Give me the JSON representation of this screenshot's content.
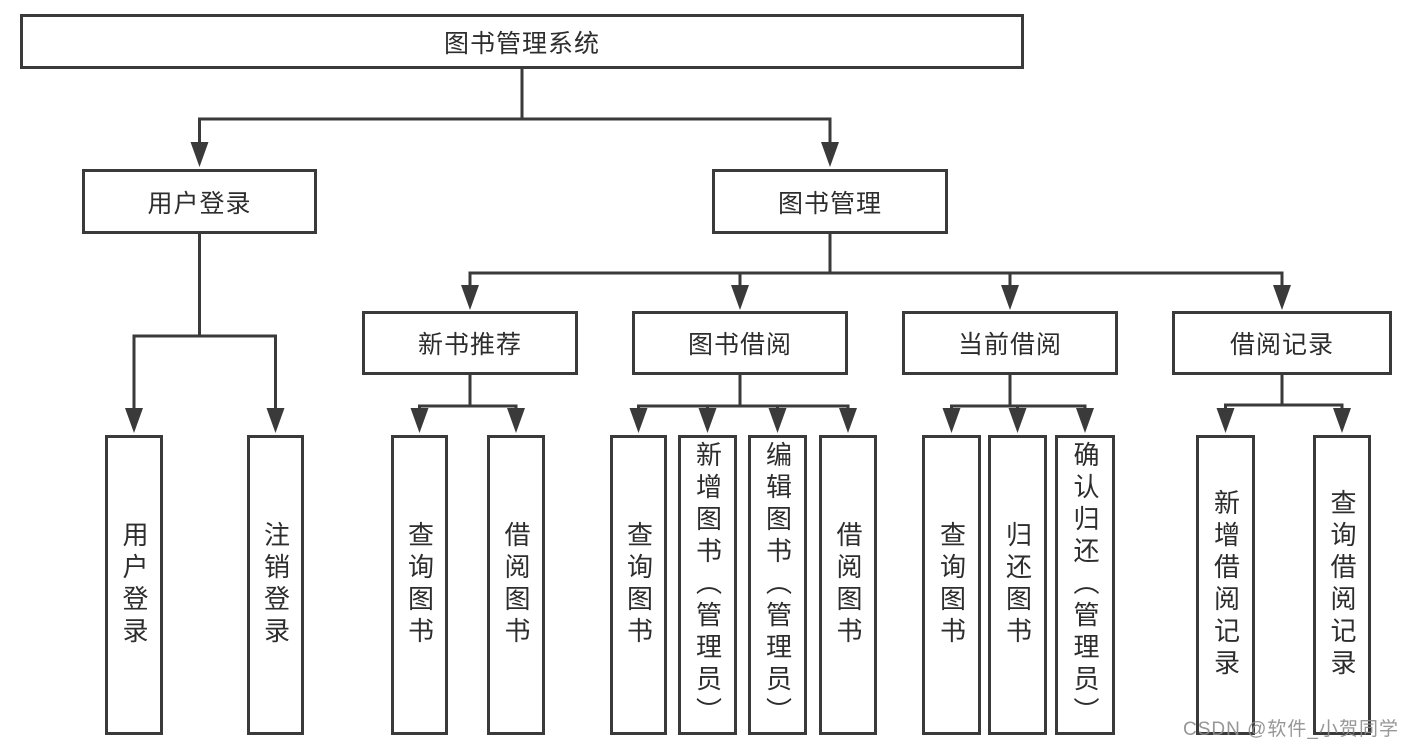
{
  "diagram": {
    "root": {
      "label": "图书管理系统"
    },
    "level2": [
      {
        "label": "用户登录"
      },
      {
        "label": "图书管理"
      }
    ],
    "level3": [
      {
        "label": "新书推荐",
        "parent": "图书管理"
      },
      {
        "label": "图书借阅",
        "parent": "图书管理"
      },
      {
        "label": "当前借阅",
        "parent": "图书管理"
      },
      {
        "label": "借阅记录",
        "parent": "图书管理"
      }
    ],
    "leaves": [
      {
        "label": "用户登录",
        "parent": "用户登录"
      },
      {
        "label": "注销登录",
        "parent": "用户登录"
      },
      {
        "label": "查询图书",
        "parent": "新书推荐"
      },
      {
        "label": "借阅图书",
        "parent": "新书推荐"
      },
      {
        "label": "查询图书",
        "parent": "图书借阅"
      },
      {
        "label": "新增图书（管理员）",
        "parent": "图书借阅"
      },
      {
        "label": "编辑图书（管理员）",
        "parent": "图书借阅"
      },
      {
        "label": "借阅图书",
        "parent": "图书借阅"
      },
      {
        "label": "查询图书",
        "parent": "当前借阅"
      },
      {
        "label": "归还图书",
        "parent": "当前借阅"
      },
      {
        "label": "确认归还（管理员）",
        "parent": "当前借阅"
      },
      {
        "label": "新增借阅记录",
        "parent": "借阅记录"
      },
      {
        "label": "查询借阅记录",
        "parent": "借阅记录"
      }
    ],
    "watermark": {
      "text": "CSDN @软件_小贺同学"
    },
    "colors": {
      "line": "#3a3a3a",
      "box_border": "#3a3a3a",
      "text": "#2d2d2d",
      "watermark": "#8c8c8c",
      "background": "#ffffff"
    }
  }
}
